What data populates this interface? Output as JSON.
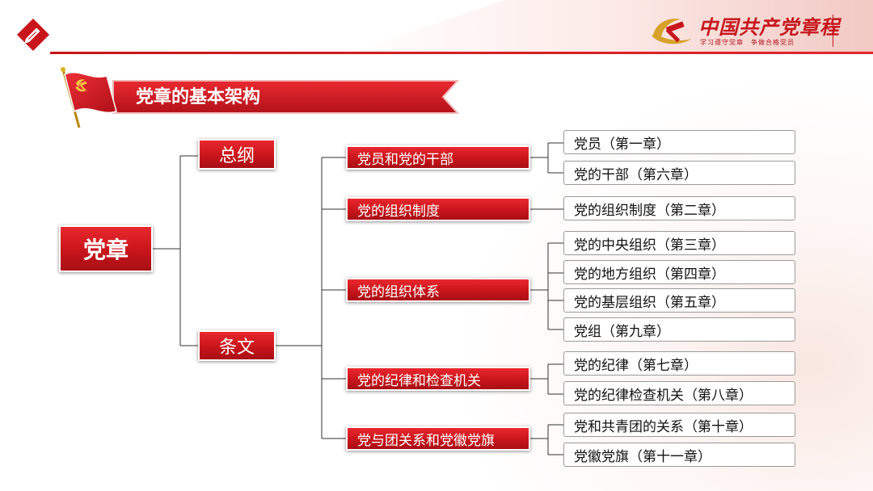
{
  "header": {
    "logo_title": "中国共产党章程",
    "logo_slogan": "学习遵守党章　争做合格党员"
  },
  "section": {
    "title": "党章的基本架构"
  },
  "diagram": {
    "root": "党章",
    "general_program": "总纲",
    "articles": "条文",
    "groups": [
      {
        "label": "党员和党的干部",
        "chapters": [
          "党员（第一章）",
          "党的干部（第六章）"
        ]
      },
      {
        "label": "党的组织制度",
        "chapters": [
          "党的组织制度（第二章）"
        ]
      },
      {
        "label": "党的组织体系",
        "chapters": [
          "党的中央组织（第三章）",
          "党的地方组织（第四章）",
          "党的基层组织（第五章）",
          "党组（第九章）"
        ]
      },
      {
        "label": "党的纪律和检查机关",
        "chapters": [
          "党的纪律（第七章）",
          "党的纪律检查机关（第八章）"
        ]
      },
      {
        "label": "党与团关系和党徽党旗",
        "chapters": [
          "党和共青团的关系（第十章）",
          "党徽党旗（第十一章）"
        ]
      }
    ]
  },
  "colors": {
    "primary_red": "#c8151b",
    "gold": "#f4c542",
    "connector": "#333333",
    "chapter_border": "#9a9a9a"
  },
  "icons": [
    "pencil-icon",
    "hammer-sickle-icon",
    "party-flag-icon"
  ]
}
